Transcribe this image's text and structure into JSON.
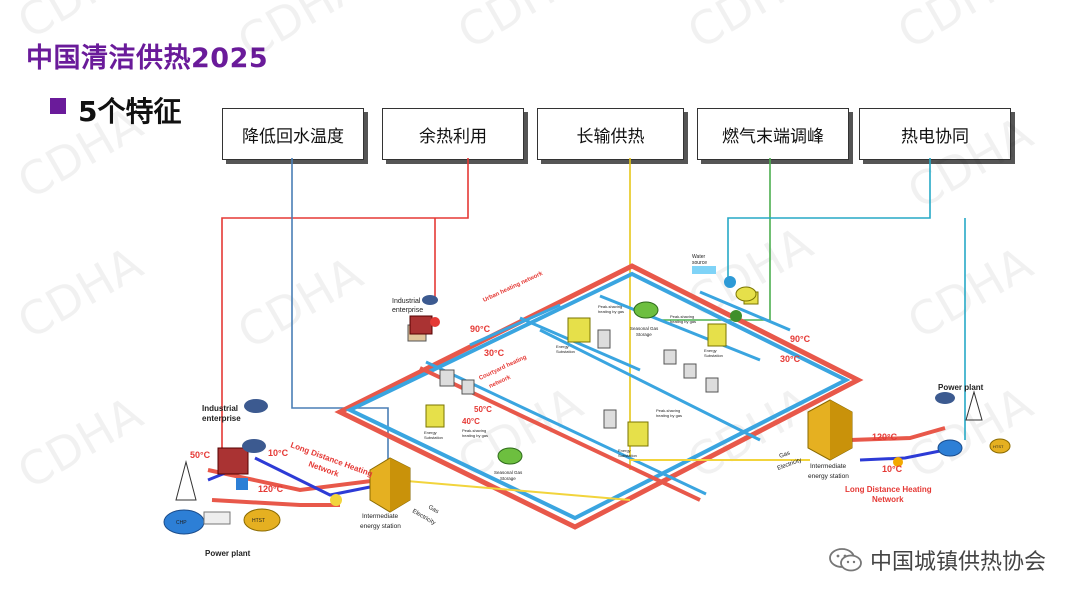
{
  "header": {
    "title": "中国清洁供热2025",
    "subtitle": "5个特征"
  },
  "features": [
    "降低回水温度",
    "余热利用",
    "长输供热",
    "燃气末端调峰",
    "热电协同"
  ],
  "watermark": "CDHA",
  "diagram_labels": {
    "industrial_left": [
      "Industrial",
      "enterprise"
    ],
    "industrial_top": [
      "Industrial",
      "enterprise"
    ],
    "power_plant_left": "Power plant",
    "power_plant_right": "Power plant",
    "long_distance_left": [
      "Long Distance Heating",
      "Network"
    ],
    "long_distance_right": [
      "Long Distance Heating",
      "Network"
    ],
    "urban_network": "Urban heating network",
    "courtyard_network": [
      "Courtyard heating",
      "network"
    ],
    "intermediate_left": [
      "Intermediate",
      "energy station"
    ],
    "intermediate_right": [
      "Intermediate",
      "energy station"
    ],
    "gas": "Gas",
    "electricity": "Electricity",
    "seasonal_gas_storage": [
      "Seasonal Gas",
      "Storage"
    ],
    "peak_shaving": [
      "Peak-shaving",
      "heating by gas"
    ],
    "energy_substation": [
      "Energy",
      "Substation"
    ],
    "water_source": [
      "Water",
      "source"
    ],
    "chp": "CHP",
    "htst": "HTST",
    "t50": "50°C",
    "t10a": "10°C",
    "t120a": "120°C",
    "t90a": "90°C",
    "t30a": "30°C",
    "t50b": "50°C",
    "t40": "40°C",
    "t90b": "90°C",
    "t30b": "30°C",
    "t120b": "120°C",
    "t10b": "10°C"
  },
  "footer": {
    "brand": "中国城镇供热协会"
  },
  "colors": {
    "title": "#6a1b9a",
    "supply_pipe": "#e8584a",
    "return_pipe": "#3aa5e0",
    "gas_line": "#f2d43c",
    "link_red": "#e53935",
    "link_blue": "#4a7fb5",
    "link_yellow": "#e6c619",
    "link_green": "#4caf50",
    "link_cyan": "#26a9c6"
  }
}
